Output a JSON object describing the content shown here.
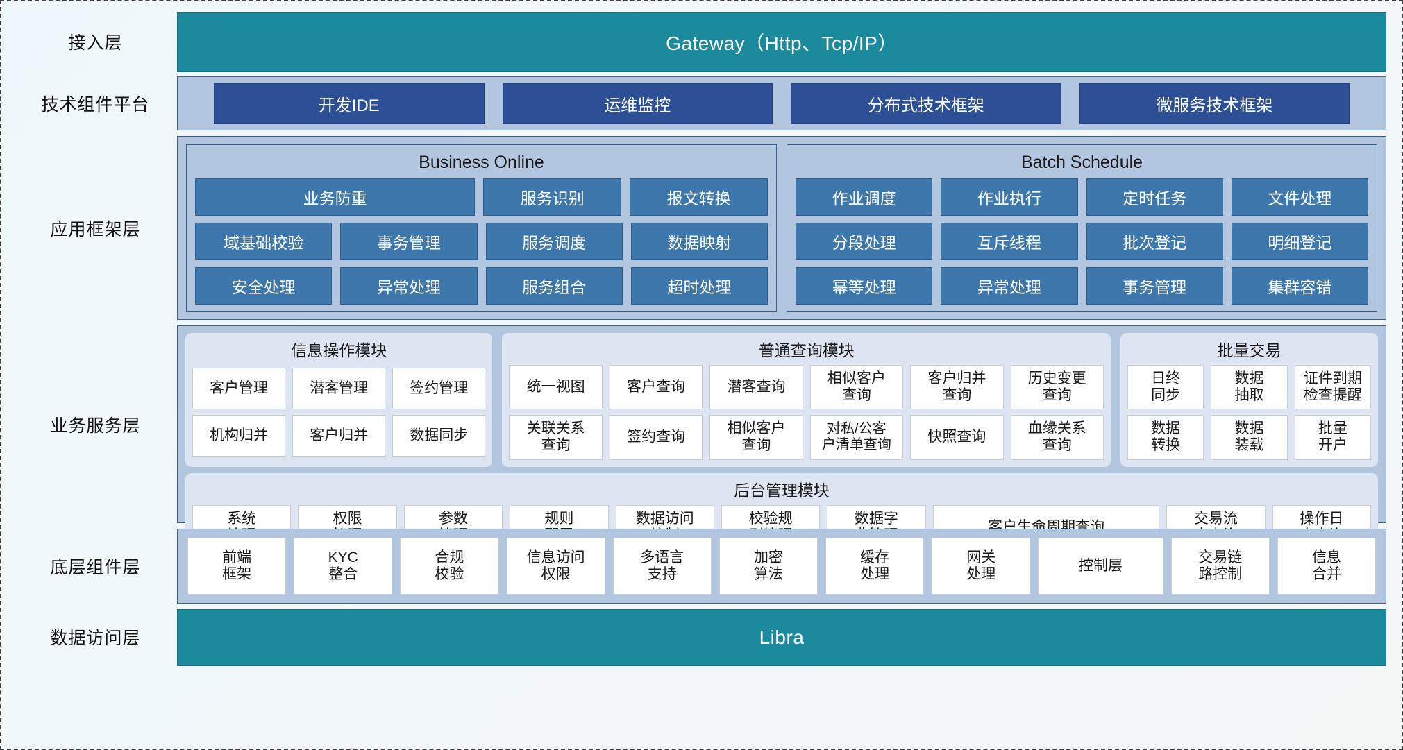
{
  "layers": [
    {
      "label": "接入层"
    },
    {
      "label": "技术组件平台"
    },
    {
      "label": "应用框架层"
    },
    {
      "label": "业务服务层"
    },
    {
      "label": "底层组件层"
    },
    {
      "label": "数据访问层"
    }
  ],
  "access_layer": {
    "title": "Gateway（Http、Tcp/IP）"
  },
  "tech_platform": {
    "boxes": [
      {
        "label": "开发IDE"
      },
      {
        "label": "运维监控"
      },
      {
        "label": "分布式技术框架"
      },
      {
        "label": "微服务技术框架"
      }
    ]
  },
  "app_framework": {
    "groups": [
      {
        "title": "Business Online",
        "rows": [
          [
            {
              "label": "业务防重",
              "span": 2
            },
            {
              "label": "服务识别",
              "span": 1
            },
            {
              "label": "报文转换",
              "span": 1
            }
          ],
          [
            {
              "label": "域基础校验",
              "span": 1
            },
            {
              "label": "事务管理",
              "span": 1
            },
            {
              "label": "服务调度",
              "span": 1
            },
            {
              "label": "数据映射",
              "span": 1
            }
          ],
          [
            {
              "label": "安全处理",
              "span": 1
            },
            {
              "label": "异常处理",
              "span": 1
            },
            {
              "label": "服务组合",
              "span": 1
            },
            {
              "label": "超时处理",
              "span": 1
            }
          ]
        ]
      },
      {
        "title": "Batch Schedule",
        "rows": [
          [
            {
              "label": "作业调度",
              "span": 1
            },
            {
              "label": "作业执行",
              "span": 1
            },
            {
              "label": "定时任务",
              "span": 1
            },
            {
              "label": "文件处理",
              "span": 1
            }
          ],
          [
            {
              "label": "分段处理",
              "span": 1
            },
            {
              "label": "互斥线程",
              "span": 1
            },
            {
              "label": "批次登记",
              "span": 1
            },
            {
              "label": "明细登记",
              "span": 1
            }
          ],
          [
            {
              "label": "幂等处理",
              "span": 1
            },
            {
              "label": "异常处理",
              "span": 1
            },
            {
              "label": "事务管理",
              "span": 1
            },
            {
              "label": "集群容错",
              "span": 1
            }
          ]
        ]
      }
    ]
  },
  "business_service": {
    "info_module": {
      "title": "信息操作模块",
      "rows": [
        [
          {
            "label": "客户管理"
          },
          {
            "label": "潜客管理"
          },
          {
            "label": "签约管理"
          }
        ],
        [
          {
            "label": "机构归并"
          },
          {
            "label": "客户归并"
          },
          {
            "label": "数据同步"
          }
        ]
      ]
    },
    "query_module": {
      "title": "普通查询模块",
      "rows": [
        [
          {
            "label": "统一视图"
          },
          {
            "label": "客户查询"
          },
          {
            "label": "潜客查询"
          },
          {
            "label": "相似客户\n查询"
          },
          {
            "label": "客户归并\n查询"
          },
          {
            "label": "历史变更\n查询"
          }
        ],
        [
          {
            "label": "关联关系\n查询"
          },
          {
            "label": "签约查询"
          },
          {
            "label": "相似客户\n查询"
          },
          {
            "label": "对私/公客\n户清单查询"
          },
          {
            "label": "快照查询"
          },
          {
            "label": "血缘关系\n查询"
          }
        ]
      ]
    },
    "batch_module": {
      "title": "批量交易",
      "rows": [
        [
          {
            "label": "日终\n同步"
          },
          {
            "label": "数据\n抽取"
          },
          {
            "label": "证件到期\n检查提醒"
          }
        ],
        [
          {
            "label": "数据\n转换"
          },
          {
            "label": "数据\n装载"
          },
          {
            "label": "批量\n开户"
          }
        ]
      ]
    },
    "admin_module": {
      "title": "后台管理模块",
      "cells": [
        {
          "label": "系统\n管理",
          "wide": false
        },
        {
          "label": "权限\n管理",
          "wide": false
        },
        {
          "label": "参数\n管理",
          "wide": false
        },
        {
          "label": "规则\n配置",
          "wide": false
        },
        {
          "label": "数据访问\n控制",
          "wide": false
        },
        {
          "label": "校验规\n则管理",
          "wide": false
        },
        {
          "label": "数据字\n典管理",
          "wide": false
        },
        {
          "label": "客户生命周期查询",
          "wide": true
        },
        {
          "label": "交易流\n水查询",
          "wide": false
        },
        {
          "label": "操作日\n志查询",
          "wide": false
        }
      ]
    }
  },
  "component_layer": {
    "cells": [
      {
        "label": "前端\n框架",
        "wide": false
      },
      {
        "label": "KYC\n整合",
        "wide": false
      },
      {
        "label": "合规\n校验",
        "wide": false
      },
      {
        "label": "信息访问\n权限",
        "wide": false
      },
      {
        "label": "多语言\n支持",
        "wide": false
      },
      {
        "label": "加密\n算法",
        "wide": false
      },
      {
        "label": "缓存\n处理",
        "wide": false
      },
      {
        "label": "网关\n处理",
        "wide": false
      },
      {
        "label": "控制层",
        "wide": true
      },
      {
        "label": "交易链\n路控制",
        "wide": false
      },
      {
        "label": "信息\n合并",
        "wide": false
      }
    ]
  },
  "data_access_layer": {
    "title": "Libra"
  },
  "colors": {
    "teal": "#1a8a9c",
    "panel_blue": "#b3c6e0",
    "dark_blue_box": "#2d4f96",
    "medium_blue_cell": "#3d77ac",
    "light_group": "#dde4f2",
    "border_blue": "#3c5d8f"
  }
}
